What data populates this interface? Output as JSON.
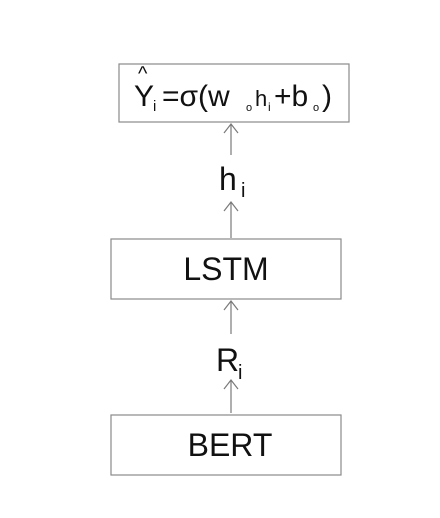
{
  "diagram": {
    "nodes": {
      "output": {
        "y": "Y",
        "hat": "^",
        "y_sub": "i",
        "eq_open": "=σ(w",
        "w_sub": "o",
        "h": "h",
        "h_sub": "i",
        "plus_b": "+b",
        "b_sub": "o",
        "close": ")"
      },
      "lstm": {
        "label": "LSTM"
      },
      "bert": {
        "label": "BERT"
      }
    },
    "edges": {
      "h_label": {
        "base": "h",
        "sub": "i"
      },
      "r_label": {
        "base": "R",
        "sub": "i"
      }
    }
  }
}
